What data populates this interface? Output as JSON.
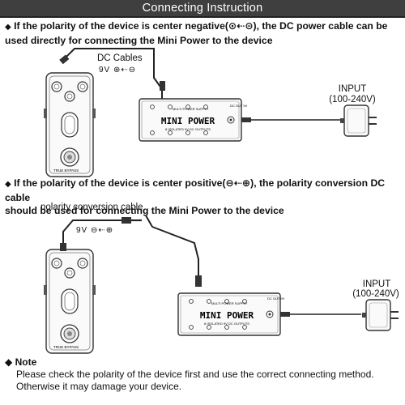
{
  "header": {
    "title": "Connecting Instruction"
  },
  "section1": {
    "text_line1": "If the polarity of the device is center negative(⊙⇠⊝), the DC power cable can be",
    "text_line2": "used directly for connecting the Mini Power to the device",
    "cable_label": "DC Cables",
    "voltage_label": "9V ⊕⇠⊖",
    "input_label": "INPUT",
    "input_range": "(100-240V)"
  },
  "section2": {
    "text_line1": "If the polarity of the device is center positive(⊖⇠⊕), the polarity conversion DC cable",
    "text_line2": "should be used for connecting the Mini Power to the device",
    "cable_label": "polarity conversion cable",
    "voltage_label": "9V ⊖⇠⊕",
    "input_label": "INPUT",
    "input_range": "(100-240V)"
  },
  "power_supply": {
    "brand": "MINI POWER",
    "top_text": "MULTI POWER SUPPLY",
    "bottom_text": "8 ISOLATED 9V DC OUTPUTS",
    "dc_label": "DC OUT 9V"
  },
  "pedal": {
    "label": "TRUE BYPASS"
  },
  "note": {
    "title": "Note",
    "line1": "Please check the polarity of the device first and use the correct connecting method.",
    "line2": "Otherwise it may damage your device."
  }
}
